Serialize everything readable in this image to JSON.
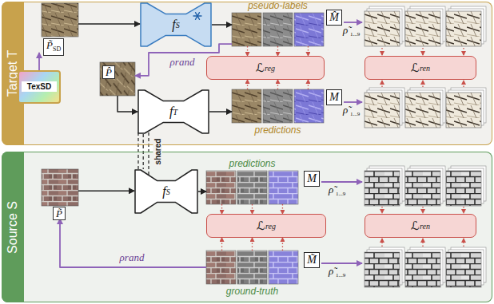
{
  "diagram": {
    "nodes": [
      {
        "text": [
          "Target T"
        ]
      },
      {
        "text": [
          "TexSD"
        ],
        "in": 0
      },
      {
        "text": [
          "P̃",
          "SD"
        ],
        "in": 0
      },
      {
        "text": [
          "f",
          "S"
        ],
        "in": 0
      },
      {
        "text": [
          "pseudo-labels"
        ],
        "in": 0
      },
      {
        "text": [
          "M̂"
        ],
        "in": 0
      },
      {
        "text": [
          "ℒ",
          "reg"
        ],
        "in": 0
      },
      {
        "text": [
          "ℒ",
          "ren"
        ],
        "in": 0
      },
      {
        "text": [
          "P̂"
        ],
        "in": 0
      },
      {
        "text": [
          "f",
          "T"
        ],
        "in": 0
      },
      {
        "text": [
          "predictions"
        ],
        "in": 0
      },
      {
        "text": [
          "M"
        ],
        "in": 0
      },
      {
        "text": [
          "Source S"
        ]
      },
      {
        "text": [
          "P̃"
        ],
        "in": 12
      },
      {
        "text": [
          "f",
          "S"
        ],
        "in": 12
      },
      {
        "text": [
          "predictions"
        ],
        "in": 12
      },
      {
        "text": [
          "M"
        ],
        "in": 12
      },
      {
        "text": [
          "ℒ",
          "reg"
        ],
        "in": 12
      },
      {
        "text": [
          "ℒ",
          "ren"
        ],
        "in": 12
      },
      {
        "text": [
          "ground-truth"
        ],
        "in": 12
      },
      {
        "text": [
          "M̃"
        ],
        "in": 12
      }
    ],
    "edges": [
      {
        "from": 1,
        "to": 2,
        "arrow": "to"
      },
      {
        "from": 2,
        "to": 3,
        "arrow": "to"
      },
      {
        "from": 3,
        "to": 4,
        "arrow": "to"
      },
      {
        "from": 4,
        "to": 8,
        "label": "ρrand",
        "arrow": "to"
      },
      {
        "from": 8,
        "to": 9,
        "arrow": "to"
      },
      {
        "from": 9,
        "to": 10,
        "arrow": "to"
      },
      {
        "from": 4,
        "to": 6,
        "arrow": "to"
      },
      {
        "from": 4,
        "to": 6,
        "arrow": "to"
      },
      {
        "from": 4,
        "to": 6,
        "arrow": "to"
      },
      {
        "from": 10,
        "to": 6,
        "arrow": "to"
      },
      {
        "from": 10,
        "to": 6,
        "arrow": "to"
      },
      {
        "from": 10,
        "to": 6,
        "arrow": "to"
      },
      {
        "from": 9,
        "to": 14,
        "label": "shared",
        "arrow": "none"
      },
      {
        "from": 13,
        "to": 14,
        "arrow": "to"
      },
      {
        "from": 14,
        "to": 15,
        "arrow": "to"
      },
      {
        "from": 15,
        "to": 17,
        "arrow": "to"
      },
      {
        "from": 15,
        "to": 17,
        "arrow": "to"
      },
      {
        "from": 15,
        "to": 17,
        "arrow": "to"
      },
      {
        "from": 19,
        "to": 17,
        "arrow": "to"
      },
      {
        "from": 19,
        "to": 17,
        "arrow": "to"
      },
      {
        "from": 19,
        "to": 17,
        "arrow": "to"
      },
      {
        "from": 19,
        "to": 13,
        "label": "ρrand",
        "arrow": "to"
      }
    ],
    "labels": [
      "ρ̃",
      "1...9",
      "ρ̃",
      "1...9",
      "ρ̃",
      "1...9",
      "ρ̃",
      "1...9"
    ]
  }
}
